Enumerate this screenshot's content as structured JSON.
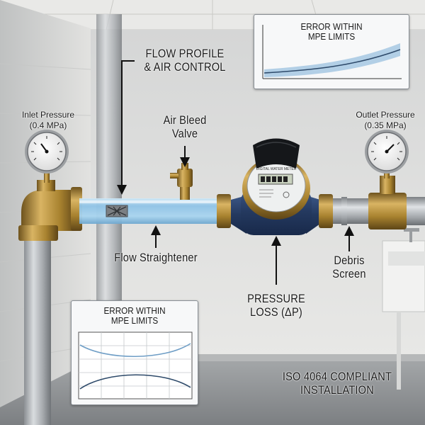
{
  "labels": {
    "flow_profile": [
      "FLOW PROFILE",
      "& AIR CONTROL"
    ],
    "inlet_pressure": [
      "Inlet Pressure",
      "(0.4 MPa)"
    ],
    "outlet_pressure": [
      "Outlet Pressure",
      "(0.35 MPa)"
    ],
    "air_bleed": [
      "Air Bleed",
      "Valve"
    ],
    "flow_straightener": "Flow Straightener",
    "pressure_loss": [
      "PRESSURE",
      "LOSS (ΔP)"
    ],
    "debris_screen": [
      "Debris",
      "Screen"
    ],
    "compliance": [
      "ISO 4064 COMPLIANT",
      "INSTALLATION"
    ]
  },
  "panels": {
    "top_chart_title": [
      "ERROR WITHIN",
      "MPE LIMITS"
    ],
    "bottom_chart_title": [
      "ERROR WITHIN",
      "MPE LIMITS"
    ]
  },
  "meter_face_text": "DIGITAL WATER METER",
  "colors": {
    "wall": "#e6e6e4",
    "floor": "#8d9092",
    "brass": "#b8923e",
    "meter_body": "#28406b",
    "clear_pipe": "#a9d3ef",
    "chart_band": "#a6c8e3",
    "chart_line": "#2e4a6a"
  }
}
